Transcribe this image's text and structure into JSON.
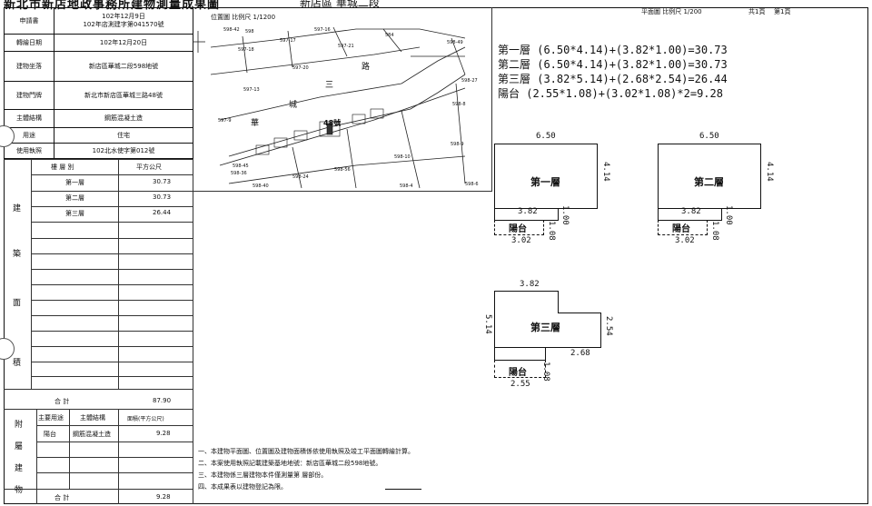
{
  "header": {
    "title": "新北市新店地政事務所建物測量成果圖",
    "subtitle": "新店區  華城二段",
    "page_label": "共1頁",
    "page_no": "第1頁",
    "plan_scale_label": "平面圖  比例尺 1/200",
    "location_scale_label": "位置圖  比例尺 1/1200"
  },
  "info": {
    "applicant_label": "申請書",
    "applicant_date": "102年12月9日",
    "applicant_no": "102年店測建字第041570號",
    "survey_date_label": "轉繪日期",
    "survey_date": "102年12月20日",
    "site_label": "建物坐落",
    "site": "新店區華城二段598地號",
    "door_label": "建物門牌",
    "door": "新北市新店區華城三路48號",
    "structure_label": "主體結構",
    "structure": "鋼筋混凝土造",
    "use_label": "用途",
    "use": "住宅",
    "license_label": "使用執照",
    "license": "102北水使字第012號"
  },
  "areas": {
    "header_floor": "樓 層 別",
    "header_area": "平方公尺",
    "side_chars": [
      "建",
      "築",
      "面",
      "積"
    ],
    "rows": [
      {
        "floor": "第一層",
        "area": "30.73"
      },
      {
        "floor": "第二層",
        "area": "30.73"
      },
      {
        "floor": "第三層",
        "area": "26.44"
      }
    ],
    "total_label": "合    計",
    "total": "87.90"
  },
  "annex": {
    "side_chars": [
      "附",
      "屬",
      "建",
      "物"
    ],
    "header_use": "主要用途",
    "header_structure": "主體結構",
    "header_area": "面積(平方公尺)",
    "rows": [
      {
        "use": "陽台",
        "structure": "鋼筋混凝土造",
        "area": "9.28"
      }
    ],
    "total_label": "合    計",
    "total": "9.28"
  },
  "location_map": {
    "road_chars": [
      "三",
      "路",
      "城",
      "華"
    ],
    "building_no": "48號",
    "parcels": [
      "598-42",
      "598",
      "597-16",
      "597-21",
      "584",
      "598-49",
      "597-18",
      "597-17",
      "597-20",
      "597-13",
      "598-27",
      "598-8",
      "597-9",
      "598-10",
      "598-9",
      "598-45",
      "598-36",
      "598-24",
      "598-56",
      "598-40",
      "598-6",
      "598-4"
    ]
  },
  "formulas": [
    "第一層 (6.50*4.14)+(3.82*1.00)=30.73",
    "第二層 (6.50*4.14)+(3.82*1.00)=30.73",
    "第三層 (3.82*5.14)+(2.68*2.54)=26.44",
    "陽台 (2.55*1.08)+(3.02*1.08)*2=9.28"
  ],
  "plans": {
    "floor1": {
      "name": "第一層",
      "top": "6.50",
      "right": "4.14",
      "inner": "3.82",
      "inner_v": "1.00",
      "balcony": "陽台",
      "bal_v": "1.08",
      "bottom": "3.02"
    },
    "floor2": {
      "name": "第二層",
      "top": "6.50",
      "right": "4.14",
      "inner": "3.82",
      "inner_v": "1.00",
      "balcony": "陽台",
      "bal_v": "1.08",
      "bottom": "3.02"
    },
    "floor3": {
      "name": "第三層",
      "top": "3.82",
      "left": "5.14",
      "right": "2.54",
      "step": "2.68",
      "balcony": "陽台",
      "bal_v": "1.08",
      "bottom": "2.55"
    }
  },
  "notes": [
    "一、本建物平面圖、位置圖及建物面積係依使用執照及竣工平面圖轉繪計算。",
    "二、本案使用執照記載建築基地地號：新店區華城二段598地號。",
    "三、本建物係三層建物本件僅測量第  層部份。",
    "四、本成果表以建物登記為限。"
  ]
}
